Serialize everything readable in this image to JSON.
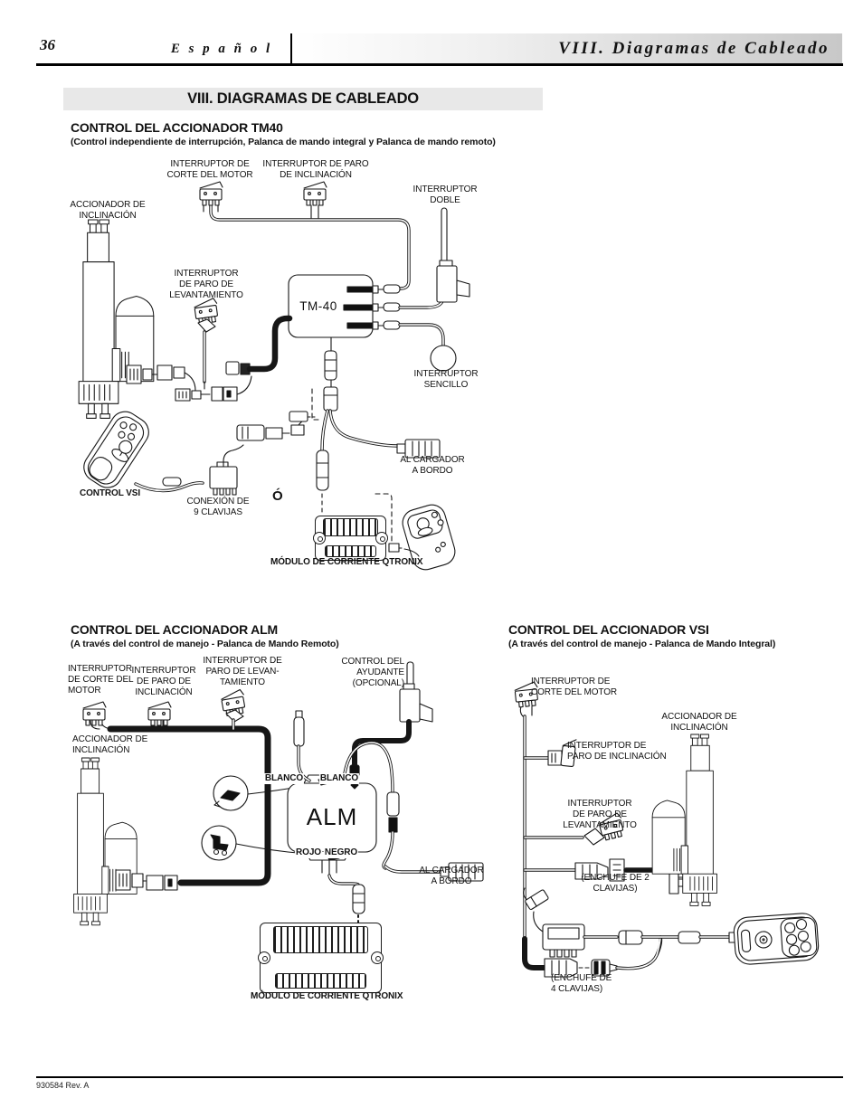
{
  "header": {
    "page_number": "36",
    "language": "E s p a ñ o l",
    "chapter": "VIII.  Diagramas  de  Cableado"
  },
  "banner": {
    "title": "VIII. DIAGRAMAS DE CABLEADO"
  },
  "tm40": {
    "title": "CONTROL DEL ACCIONADOR TM40",
    "subtitle": "(Control independiente de interrupción, Palanca de mando integral y Palanca de mando remoto)",
    "labels": {
      "motor_cutoff": "INTERRUPTOR DE\nCORTE DEL MOTOR",
      "tilt_stop": "INTERRUPTOR DE PARO\nDE INCLINACIÓN",
      "double_switch": "INTERRUPTOR\nDOBLE",
      "tilt_actuator": "ACCIONADOR DE\nINCLINACIÓN",
      "lift_stop": "INTERRUPTOR\nDE PARO DE\nLEVANTAMIENTO",
      "module": "TM-40",
      "single_switch": "INTERRUPTOR\nSENCILLO",
      "charger": "AL CARGADOR\nA BORDO",
      "vsi_control": "CONTROL VSI",
      "nine_pin": "CONEXIÓN DE\n9 CLAVIJAS",
      "or": "Ó",
      "power_module": "MÓDULO DE CORRIENTE QTRONIX"
    }
  },
  "alm": {
    "title": "CONTROL DEL ACCIONADOR ALM",
    "subtitle": "(A través del control de manejo - Palanca de Mando Remoto)",
    "labels": {
      "motor_cutoff": "INTERRUPTOR\nDE CORTE DEL\nMOTOR",
      "tilt_stop": "INTERRUPTOR\nDE PARO DE\nINCLINACIÓN",
      "lift_stop": "INTERRUPTOR DE\nPARO DE LEVAN-\nTAMIENTO",
      "attendant": "CONTROL DEL\nAYUDANTE\n(OPCIONAL)",
      "tilt_actuator": "ACCIONADOR DE\nINCLINACIÓN",
      "blanco1": "BLANCO",
      "blanco2": "BLANCO",
      "module": "ALM",
      "rojo": "ROJO",
      "negro": "NEGRO",
      "charger": "AL CARGADOR\nA BORDO",
      "power_module": "MÓDULO DE CORRIENTE QTRONIX"
    }
  },
  "vsi": {
    "title": "CONTROL DEL ACCIONADOR VSI",
    "subtitle": "(A través del control de manejo - Palanca de Mando Integral)",
    "labels": {
      "motor_cutoff": "INTERRUPTOR DE\nCORTE DEL MOTOR",
      "tilt_actuator": "ACCIONADOR DE\nINCLINACIÓN",
      "tilt_stop": "INTERRUPTOR DE\nPARO DE INCLINACIÓN",
      "lift_stop": "INTERRUPTOR\nDE PARO DE\nLEVANTAMIENTO",
      "plug2": "(ENCHUFE DE 2\nCLAVIJAS)",
      "plug4": "(ENCHUFE DE\n4 CLAVIJAS)"
    }
  },
  "footer": {
    "doc_ref": "930584 Rev. A"
  }
}
